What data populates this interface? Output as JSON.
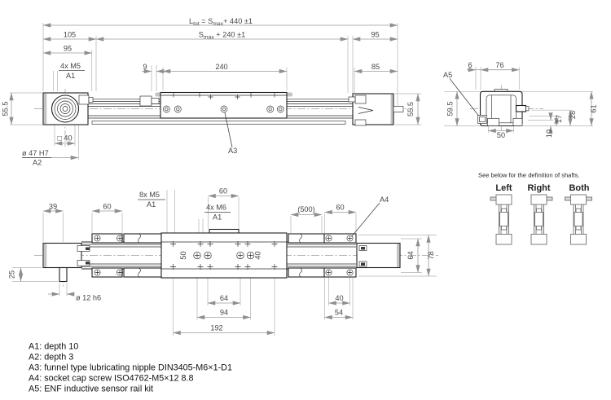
{
  "side_view": {
    "dim_total": {
      "p1": "L",
      "s1": "tot",
      "p2": " = S",
      "s2": "max",
      "p3": "+ 440  ±1"
    },
    "dim_stroke": {
      "p1": "S",
      "s1": "max",
      "p2": " + 240  ±1"
    },
    "dim_105": "105",
    "dim_95_top": "95",
    "dim_95_left": "95",
    "label_4x_m5": "4x M5",
    "label_a1": "A1",
    "dim_9": "9",
    "dim_240": "240",
    "dim_85": "85",
    "dim_height_left": "55.5",
    "dim_height_right": "55.5",
    "label_square_40": "□ 40",
    "label_dia_47": "ø 47 H7",
    "label_a2": "A2",
    "label_a3": "A3"
  },
  "end_view": {
    "dim_6": "6",
    "dim_76": "76",
    "label_a5": "A5",
    "dim_59_5": "59.5",
    "dim_61": "61",
    "dim_28": "28",
    "dim_17": "17",
    "dim_10": "10",
    "dim_50": "50"
  },
  "shaft_definition": {
    "note": "See below for the definition of shafts.",
    "labels": [
      "Left",
      "Right",
      "Both"
    ]
  },
  "plan_view": {
    "dim_39": "39",
    "dim_60_left": "60",
    "label_8x_m5": "8x M5",
    "label_a1_top": "A1",
    "dim_60_mid": "60",
    "label_4x_m6": "4x M6",
    "label_a1_mid": "A1",
    "dim_500": "(500)",
    "dim_60_right": "60",
    "label_a4": "A4",
    "dim_25": "25",
    "label_dia_12": "ø 12 h6",
    "dim_50_carriage": "50",
    "dim_40_carriage": "40",
    "dim_64_bottom": "64",
    "dim_94": "94",
    "dim_192": "192",
    "dim_40_bottom": "40",
    "dim_54": "54",
    "dim_64_side": "64",
    "dim_78": "78"
  },
  "legend": {
    "items": [
      "A1: depth 10",
      "A2: depth 3",
      "A3: funnel type lubricating nipple DIN3405-M6×1-D1",
      "A4: socket cap screw ISO4762-M5×12 8.8",
      "A5: ENF inductive sensor rail kit"
    ]
  },
  "colors": {
    "object_line": "#1f1f1f",
    "dimension_line": "#9a9a9a",
    "shading": "#c4c4c4",
    "dim_text": "#474747",
    "main_text": "#111111",
    "background": "#ffffff"
  }
}
